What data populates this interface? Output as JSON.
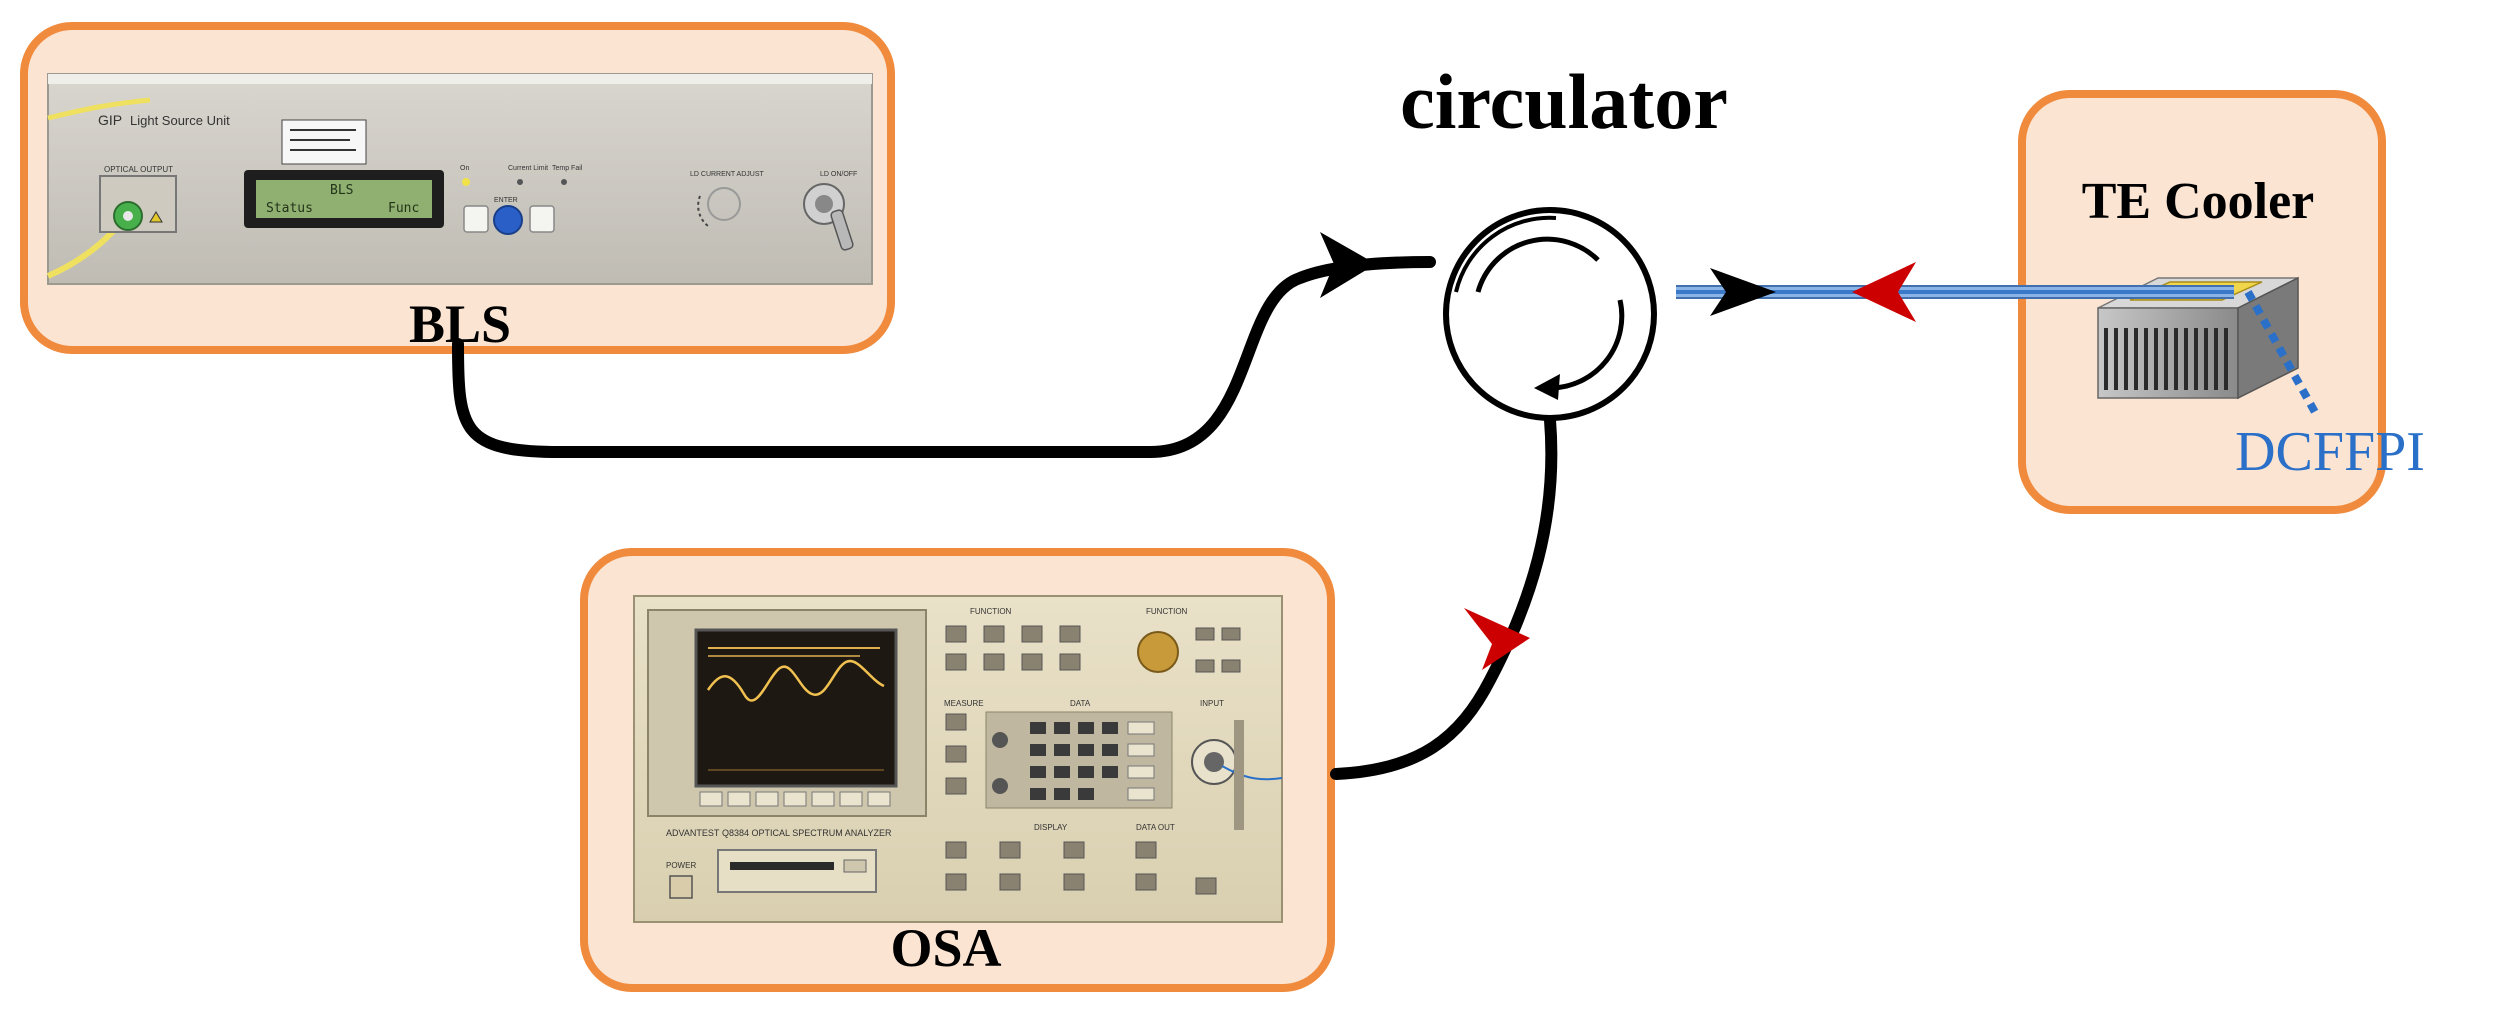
{
  "labels": {
    "bls": "BLS",
    "osa": "OSA",
    "circulator": "circulator",
    "te_cooler": "TE Cooler",
    "dcffpi": "DCFFPI"
  },
  "bls_panel": {
    "brand": "GIP",
    "unit_name": "Light Source Unit",
    "lcd_line1": "BLS",
    "lcd_line2_left": "Status",
    "lcd_line2_right": "Func",
    "button_label": "ENTER",
    "indicator_labels": [
      "On",
      "Current Limit",
      "Temp Fail"
    ],
    "knob_label": "LD CURRENT ADJUST",
    "key_label": "LD ON/OFF",
    "port_label": "OPTICAL OUTPUT"
  },
  "osa_panel": {
    "brand": "ADVANTEST",
    "model": "Q8384 OPTICAL SPECTRUM ANALYZER",
    "section_labels": [
      "FUNCTION",
      "FUNCTION",
      "MEASURE",
      "DATA",
      "INPUT",
      "DISPLAY",
      "DATA OUT",
      "POWER"
    ]
  },
  "colors": {
    "box_border": "#f08a3c",
    "box_fill": "#fce4d3",
    "fiber": "#000000",
    "arrow_black": "#000000",
    "arrow_red": "#cc0000",
    "fiber_blue": "#8ab4e8",
    "dcffpi_label": "#2a70c8"
  }
}
